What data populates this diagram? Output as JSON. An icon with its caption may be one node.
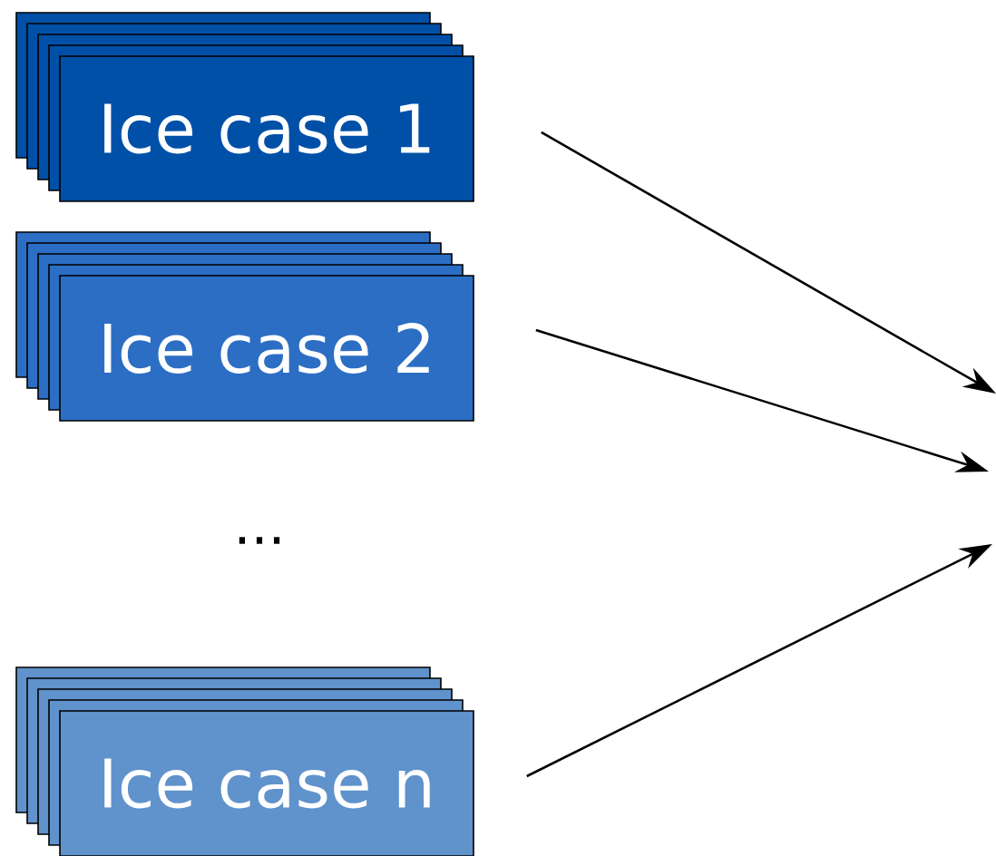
{
  "diagram": {
    "nodes": [
      {
        "text": [
          "Ice case 1"
        ]
      },
      {
        "text": [
          "Ice case 2"
        ]
      },
      {
        "text": [
          "Ice case n"
        ]
      }
    ],
    "edges": [
      {
        "from": 0,
        "to": null,
        "arrow": "to"
      },
      {
        "from": 1,
        "to": null,
        "arrow": "to"
      },
      {
        "from": 2,
        "to": null,
        "arrow": "to"
      }
    ],
    "labels": [
      "..."
    ]
  }
}
